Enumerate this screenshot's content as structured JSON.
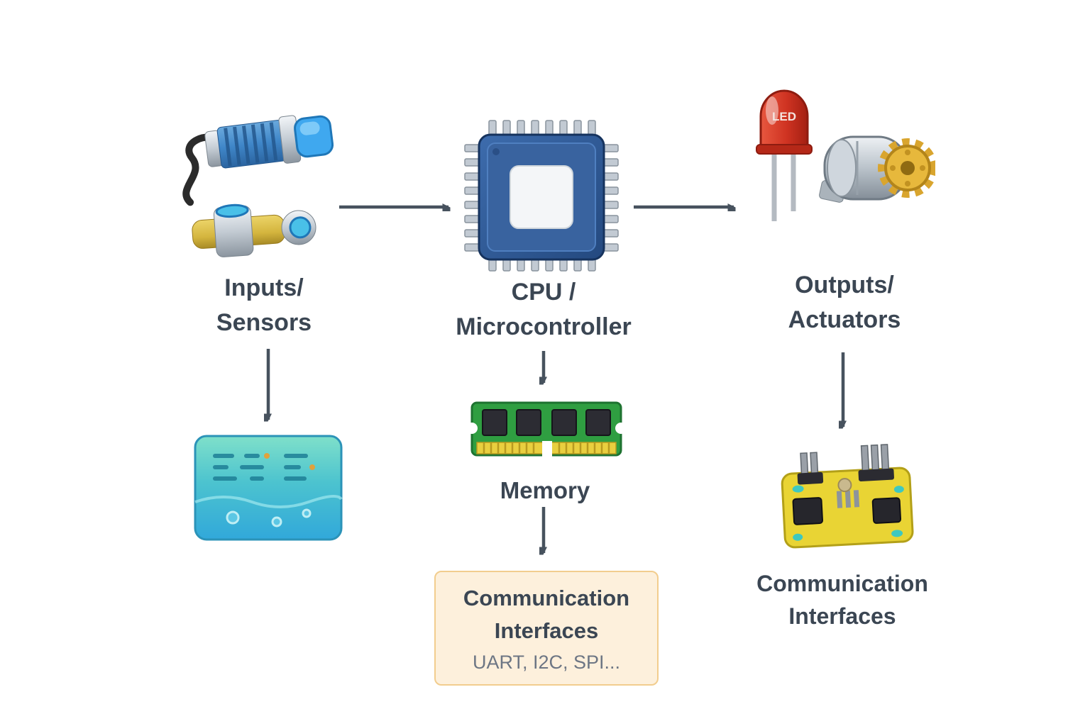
{
  "colors": {
    "arrow": "#47525e",
    "label_text": "#3b4653",
    "box_bg": "#fdf0dc",
    "box_border": "#f2cd8e",
    "subtitle_text": "#6d7684"
  },
  "nodes": {
    "inputs": {
      "line1": "Inputs/",
      "line2": "Sensors"
    },
    "cpu": {
      "line1": "CPU /",
      "line2": "Microcontroller"
    },
    "outputs": {
      "line1": "Outputs/",
      "line2": "Actuators"
    },
    "memory": {
      "label": "Memory"
    },
    "comm_box": {
      "line1": "Communication",
      "line2": "Interfaces",
      "subtitle": "UART, I2C, SPI..."
    },
    "comm_right": {
      "line1": "Communication",
      "line2": "Interfaces"
    }
  },
  "icons": {
    "led_label": "LED"
  }
}
